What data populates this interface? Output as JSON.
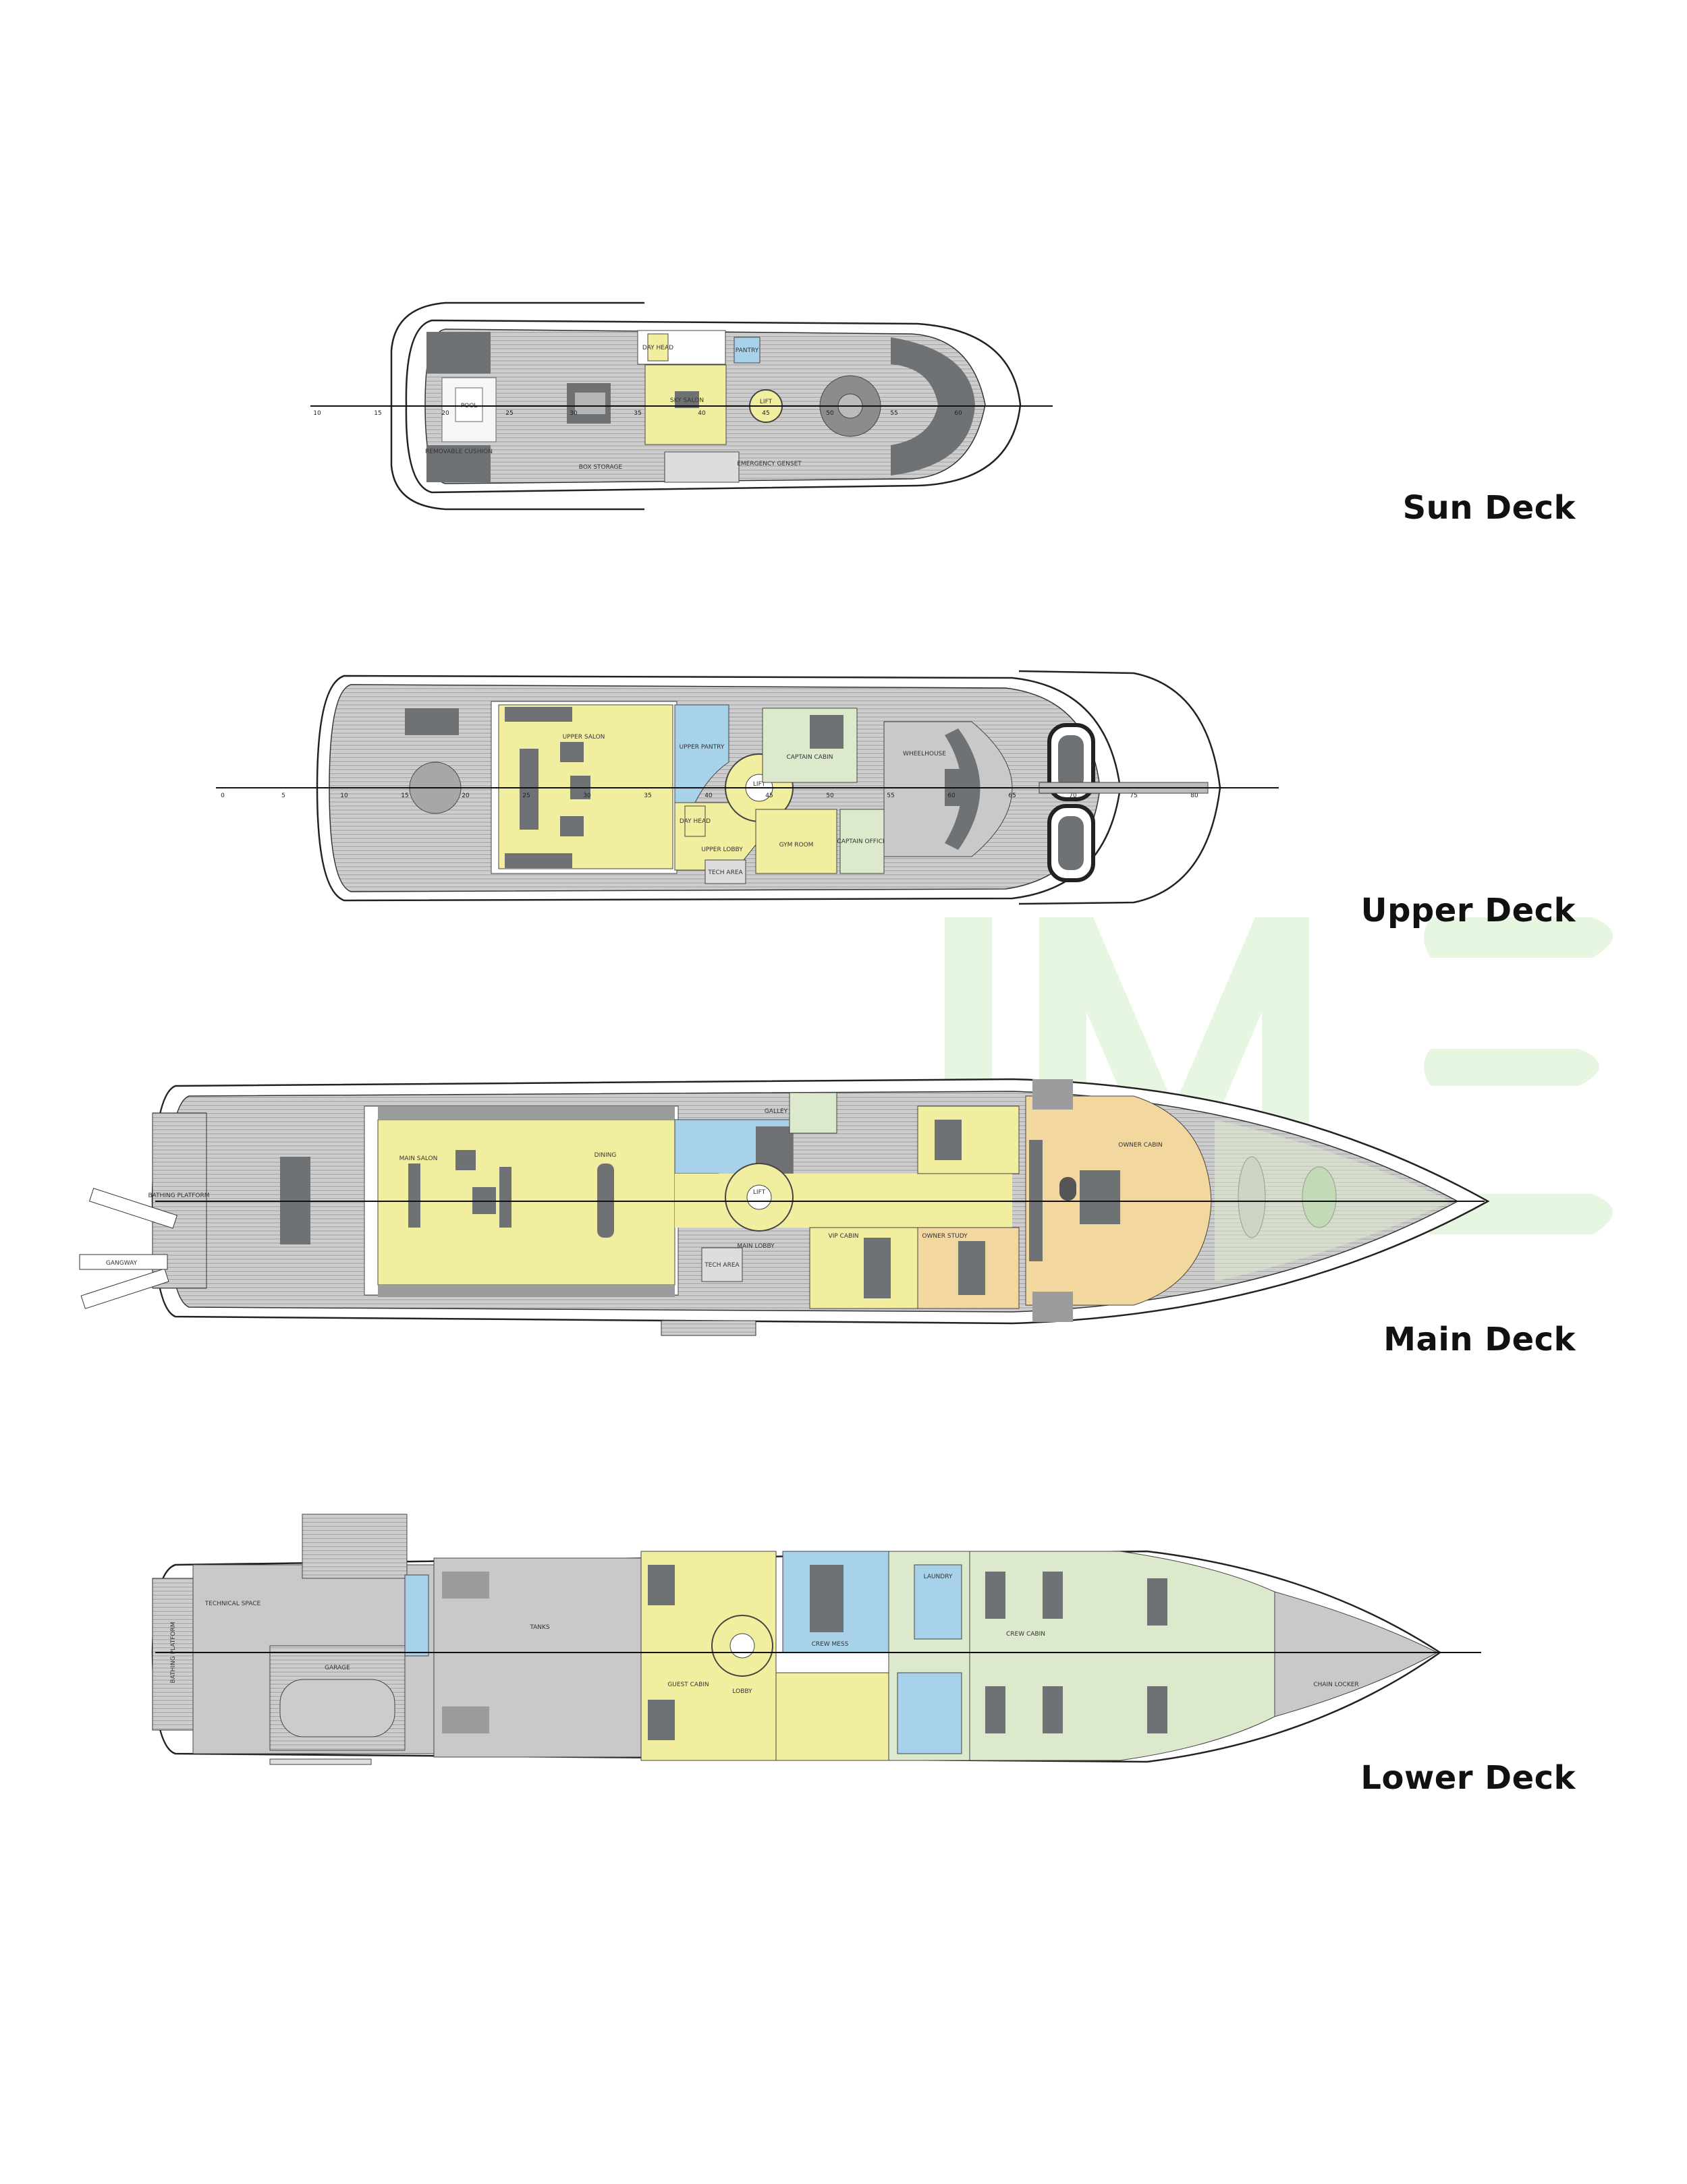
{
  "decks": {
    "sun": {
      "title": "Sun Deck",
      "rooms": {
        "pool": "POOL",
        "sky_salon": "SKY SALON",
        "lift": "LIFT",
        "day_head": "DAY HEAD",
        "pantry": "PANTRY",
        "emergency_genset": "EMERGENCY GENSET",
        "box_storage": "BOX STORAGE",
        "cushion": "REMOVABLE CUSHION"
      },
      "frames": [
        "10",
        "15",
        "20",
        "25",
        "30",
        "35",
        "40",
        "45",
        "50",
        "55",
        "60"
      ]
    },
    "upper": {
      "title": "Upper Deck",
      "rooms": {
        "upper_salon": "UPPER SALON",
        "upper_pantry": "UPPER PANTRY",
        "upper_lobby": "UPPER LOBBY",
        "lift": "LIFT",
        "day_head": "DAY HEAD",
        "captain_cabin": "CAPTAIN CABIN",
        "captain_office": "CAPTAIN OFFICE",
        "gym": "GYM ROOM",
        "wheelhouse": "WHEELHOUSE",
        "tech_area": "TECH AREA"
      },
      "frames": [
        "0",
        "5",
        "10",
        "15",
        "20",
        "25",
        "30",
        "35",
        "40",
        "45",
        "50",
        "55",
        "60",
        "65",
        "70",
        "75",
        "80"
      ]
    },
    "main": {
      "title": "Main Deck",
      "rooms": {
        "salon": "MAIN SALON",
        "dining": "DINING",
        "lobby": "MAIN LOBBY",
        "lift": "LIFT",
        "galley": "GALLEY",
        "vip": "VIP CABIN",
        "owner_study": "OWNER STUDY",
        "owner_cabin": "OWNER CABIN",
        "tech_area": "TECH AREA",
        "bathing_platform": "BATHING PLATFORM",
        "gangway": "GANGWAY"
      }
    },
    "lower": {
      "title": "Lower Deck",
      "rooms": {
        "technical_space": "TECHNICAL SPACE",
        "garage": "GARAGE",
        "tanks": "TANKS",
        "guest_cabin": "GUEST CABIN",
        "lobby": "LOBBY",
        "crew_mess": "CREW MESS",
        "laundry": "LAUNDRY",
        "crew_cabin": "CREW CABIN",
        "chain_locker": "CHAIN LOCKER",
        "bathing_platform": "BATHING PLATFORM"
      }
    }
  },
  "watermark": "IME",
  "colors": {
    "guest": "#f2eea0",
    "service": "#a8d2ea",
    "crew": "#dce9cd",
    "owner": "#f2d79e",
    "technical": "#c9c9c9",
    "watermark": "#e3f4dc"
  }
}
